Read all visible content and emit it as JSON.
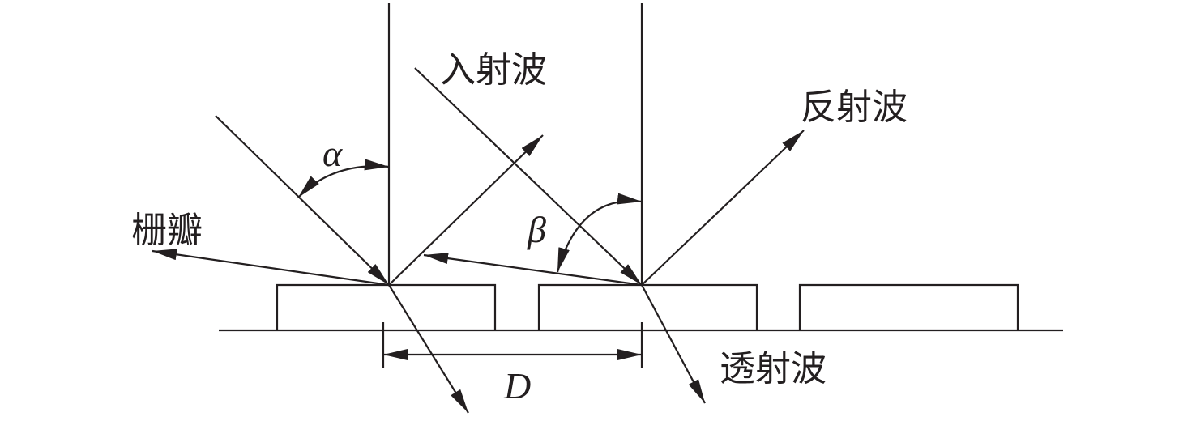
{
  "labels": {
    "incident_wave": "入射波",
    "reflected_wave": "反射波",
    "transmitted_wave": "透射波",
    "grating_lobe": "栅瓣",
    "alpha": "α",
    "beta": "β",
    "spacing": "D"
  }
}
